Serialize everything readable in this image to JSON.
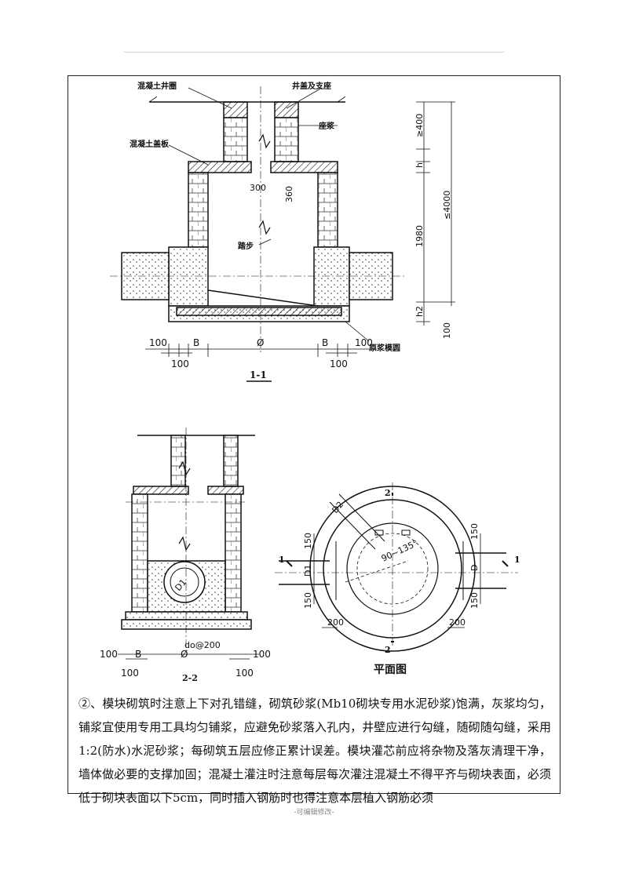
{
  "section1": {
    "labels": {
      "ring": "混凝土井圈",
      "cover": "井盖及支座",
      "mortar": "座浆",
      "slab": "混凝土盖板",
      "step": "踏步",
      "base_ring": "原浆模圆"
    },
    "dims": {
      "d400": "≥400",
      "dh": "h",
      "d4000": "≤4000",
      "d1980": "1980",
      "dh2": "h2",
      "d100_right": "100",
      "d300": "300",
      "d360": "360",
      "b100a": "100",
      "bB1": "B",
      "bPhi": "Ø",
      "bB2": "B",
      "b100b": "100",
      "b100c": "100",
      "b100d": "100"
    },
    "title": "1-1"
  },
  "section2": {
    "dims": {
      "d1": "D1",
      "b100a": "100",
      "bB": "B",
      "bPhi": "Ø",
      "b100b": "100",
      "b100c": "100",
      "b100d": "100",
      "pipe": "do@200"
    },
    "title": "2-2"
  },
  "plan": {
    "dims": {
      "d2": "D2",
      "angle": "90~135°",
      "d150_tl": "150",
      "d1": "D1",
      "d150_bl": "150",
      "d150_tr": "150",
      "dD": "D",
      "d150_br": "150",
      "d200_l": "200",
      "d200_r": "200",
      "s1_left": "1",
      "s1_right": "1",
      "s2_top": "2",
      "s2_bottom": "2"
    },
    "title": "平面图"
  },
  "paragraph": "②、模块砌筑时注意上下对孔错缝，砌筑砂浆(Mb10砌块专用水泥砂浆)饱满，灰浆均匀，铺浆宜使用专用工具均匀铺浆，应避免砂浆落入孔内，井壁应进行勾缝，随砌随勾缝，采用1:2(防水)水泥砂浆；每砌筑五层应修正累计误差。模块灌芯前应将杂物及落灰清理干净，墙体做必要的支撑加固；混凝土灌注时注意每层每次灌注混凝土不得平齐与砌块表面，必须低于砌块表面以下5cm，同时插入钢筋时也得注意本层植入钢筋必须",
  "footer": "-可编辑修改-"
}
